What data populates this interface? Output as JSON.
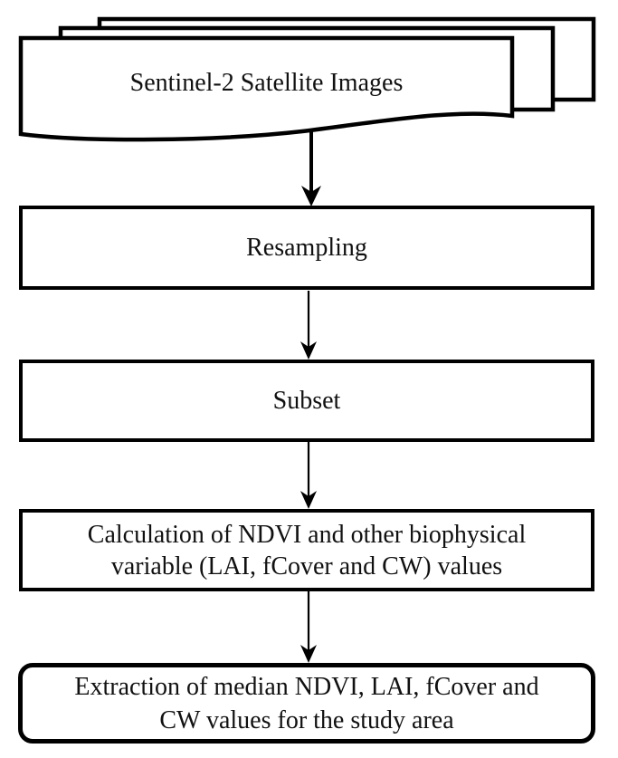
{
  "diagram": {
    "type": "flowchart",
    "colors": {
      "background": "#ffffff",
      "shape_fill": "#ffffff",
      "stroke": "#000000",
      "text": "#111111"
    },
    "nodes": {
      "source": {
        "shape": "document-stack",
        "label": "Sentinel-2 Satellite Images"
      },
      "resampling": {
        "shape": "rectangle",
        "label": "Resampling"
      },
      "subset": {
        "shape": "rectangle",
        "label": "Subset"
      },
      "calculation": {
        "shape": "rectangle",
        "label": "Calculation of NDVI and other biophysical variable (LAI, fCover and CW) values",
        "lines": [
          "Calculation of NDVI and other biophysical",
          "variable (LAI, fCover and CW) values"
        ]
      },
      "extraction": {
        "shape": "rounded-rectangle",
        "label": "Extraction of median NDVI, LAI, fCover and CW values for the study area",
        "lines": [
          "Extraction of median NDVI, LAI, fCover and",
          "CW values for the study area"
        ]
      }
    },
    "edges": [
      {
        "from": "source",
        "to": "resampling",
        "style": "arrow-down"
      },
      {
        "from": "resampling",
        "to": "subset",
        "style": "arrow-down"
      },
      {
        "from": "subset",
        "to": "calculation",
        "style": "arrow-down"
      },
      {
        "from": "calculation",
        "to": "extraction",
        "style": "arrow-down"
      }
    ]
  }
}
